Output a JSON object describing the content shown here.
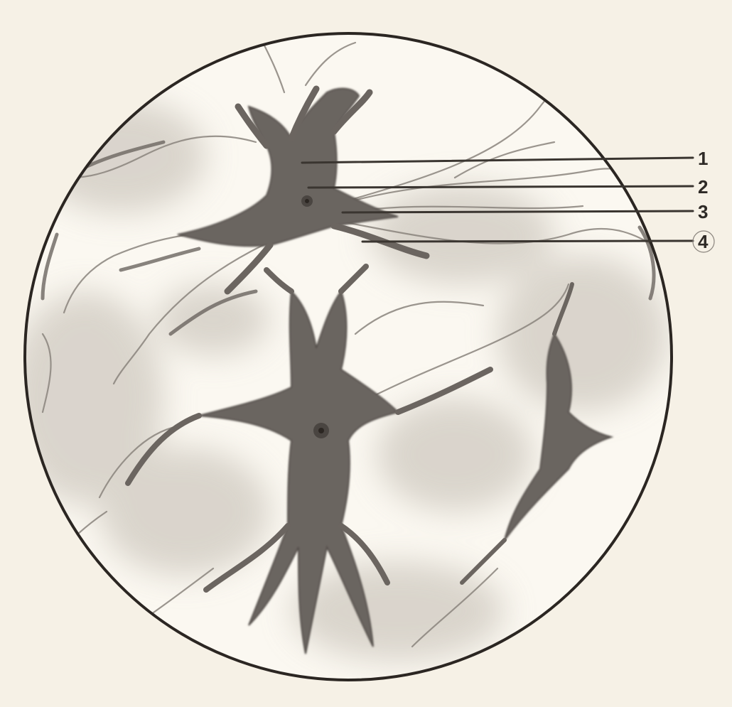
{
  "figure": {
    "labels": [
      {
        "id": "1",
        "text": "1"
      },
      {
        "id": "2",
        "text": "2"
      },
      {
        "id": "3",
        "text": "3"
      },
      {
        "id": "4",
        "text": "4"
      }
    ]
  },
  "colors": {
    "paper": "#f6f1e6",
    "field": "#fbf8f1",
    "cell_ink": "#6b6560",
    "outline": "#2b2622",
    "leader": "#3a3530",
    "shade": "#cfc9c0"
  }
}
